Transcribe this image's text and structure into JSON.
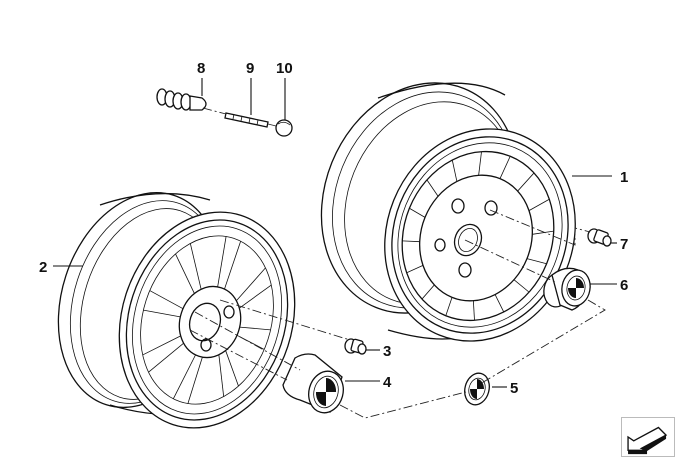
{
  "diagram": {
    "title": "Wheel assembly exploded view",
    "callouts": [
      {
        "id": "1",
        "label": "1",
        "part": "light alloy rim (turbine style)"
      },
      {
        "id": "2",
        "label": "2",
        "part": "light alloy rim (spoke style)"
      },
      {
        "id": "3",
        "label": "3",
        "part": "wheel bolt"
      },
      {
        "id": "4",
        "label": "4",
        "part": "hub cap"
      },
      {
        "id": "5",
        "label": "5",
        "part": "emblem"
      },
      {
        "id": "6",
        "label": "6",
        "part": "hub cap"
      },
      {
        "id": "7",
        "label": "7",
        "part": "wheel bolt"
      },
      {
        "id": "8",
        "label": "8",
        "part": "valve"
      },
      {
        "id": "9",
        "label": "9",
        "part": "valve insert"
      },
      {
        "id": "10",
        "label": "10",
        "part": "valve cap"
      }
    ]
  },
  "navigation": {
    "back_arrow_icon": "arrow-down-left-icon"
  }
}
